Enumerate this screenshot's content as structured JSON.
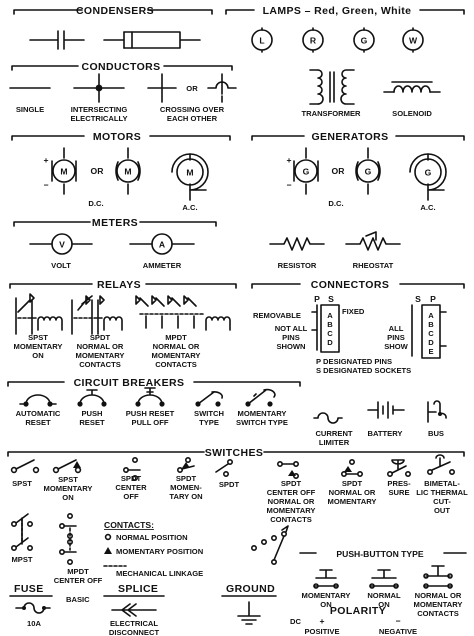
{
  "sections": {
    "condensers": {
      "title": "CONDENSERS"
    },
    "lamps": {
      "title": "LAMPS – Red, Green, White",
      "letters": [
        "L",
        "R",
        "G",
        "W"
      ]
    },
    "conductors": {
      "title": "CONDUCTORS",
      "single": "SINGLE",
      "intersecting": [
        "INTERSECTING",
        "ELECTRICALLY"
      ],
      "or": "OR",
      "crossing": [
        "CROSSING OVER",
        "EACH OTHER"
      ]
    },
    "transformer": "TRANSFORMER",
    "solenoid": "SOLENOID",
    "motors": {
      "title": "MOTORS",
      "letter": "M",
      "or": "OR",
      "dc": "D.C.",
      "ac": "A.C."
    },
    "generators": {
      "title": "GENERATORS",
      "letter": "G",
      "or": "OR",
      "dc": "D.C.",
      "ac": "A.C."
    },
    "meters": {
      "title": "METERS",
      "volt_letter": "V",
      "volt": "VOLT",
      "ammeter_letter": "A",
      "ammeter": "AMMETER"
    },
    "resistor": "RESISTOR",
    "rheostat": "RHEOSTAT",
    "relays": {
      "title": "RELAYS",
      "spst": [
        "SPST",
        "MOMENTARY",
        "ON"
      ],
      "spdt": [
        "SPDT",
        "NORMAL OR",
        "MOMENTARY",
        "CONTACTS"
      ],
      "mpdt": [
        "MPDT",
        "NORMAL OR",
        "MOMENTARY",
        "CONTACTS"
      ]
    },
    "connectors": {
      "title": "CONNECTORS",
      "p": "P",
      "s": "S",
      "removable": "REMOVABLE",
      "fixed": "FIXED",
      "not_all": [
        "NOT ALL",
        "PINS",
        "SHOWN"
      ],
      "all": [
        "ALL",
        "PINS",
        "SHOW"
      ],
      "pins_abcd": [
        "A",
        "B",
        "C",
        "D"
      ],
      "pins_abcde": [
        "A",
        "B",
        "C",
        "D",
        "E"
      ],
      "p_designated": "P DESIGNATED PINS",
      "s_designated": "S DESIGNATED SOCKETS"
    },
    "circuit_breakers": {
      "title": "CIRCUIT BREAKERS",
      "automatic": [
        "AUTOMATIC",
        "RESET"
      ],
      "push": [
        "PUSH",
        "RESET"
      ],
      "push_pull": [
        "PUSH RESET",
        "PULL OFF"
      ],
      "switch": [
        "SWITCH",
        "TYPE"
      ],
      "momentary": [
        "MOMENTARY",
        "SWITCH TYPE"
      ]
    },
    "current_limiter": [
      "CURRENT",
      "LIMITER"
    ],
    "battery": "BATTERY",
    "bus": "BUS",
    "switches": {
      "title": "SWITCHES",
      "spst": "SPST",
      "spst_mom": [
        "SPST",
        "MOMENTARY",
        "ON"
      ],
      "spdt_center": [
        "SPDT",
        "CENTER",
        "OFF"
      ],
      "spdt_mom": [
        "SPDT",
        "MOMEN-",
        "TARY ON"
      ],
      "spdt": "SPDT",
      "spdt_center_off": [
        "SPDT",
        "CENTER OFF",
        "NORMAL OR",
        "MOMENTARY",
        "CONTACTS"
      ],
      "spdt_normal": [
        "SPDT",
        "NORMAL OR",
        "MOMENTARY"
      ],
      "pressure": [
        "PRES-",
        "SURE"
      ],
      "bimetal": [
        "BIMETAL-",
        "LIC THERMAL",
        "CUT-",
        "OUT"
      ],
      "mpst": "MPST",
      "mpdt": [
        "MPDT",
        "CENTER OFF"
      ]
    },
    "contacts": {
      "title": "CONTACTS:",
      "normal": "NORMAL POSITION",
      "momentary": "MOMENTARY POSITION",
      "linkage": "MECHANICAL LINKAGE"
    },
    "push_button": {
      "title": "PUSH-BUTTON TYPE",
      "mom_on": [
        "MOMENTARY",
        "ON"
      ],
      "normal_on": [
        "NORMAL",
        "ON"
      ],
      "normal_mom": [
        "NORMAL OR",
        "MOMENTARY",
        "CONTACTS"
      ]
    },
    "fuse": {
      "title": "FUSE",
      "basic": "BASIC",
      "rating": "10A"
    },
    "splice": {
      "title": "SPLICE",
      "caption": [
        "ELECTRICAL",
        "DISCONNECT"
      ]
    },
    "ground": {
      "title": "GROUND"
    },
    "polarity": {
      "title": "POLARITY",
      "dc": "DC",
      "plus": "+",
      "minus": "−",
      "positive": "POSITIVE",
      "negative": "NEGATIVE"
    }
  }
}
